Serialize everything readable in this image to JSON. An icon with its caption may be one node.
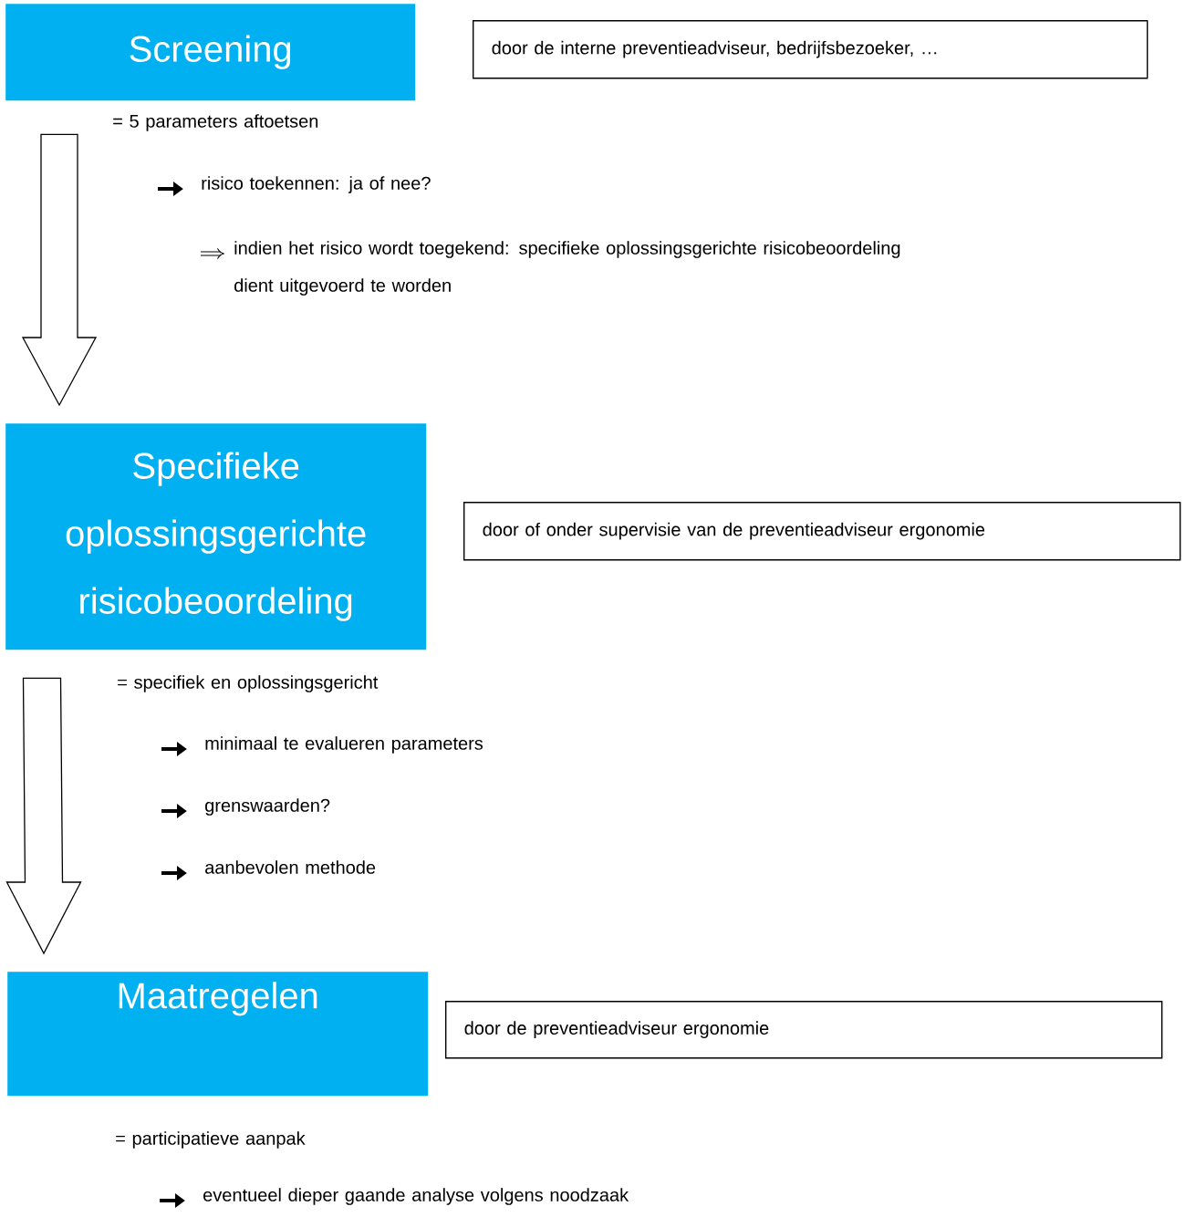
{
  "diagram": {
    "nodes": [
      {
        "text": [
          "Screening"
        ]
      },
      {
        "text": [
          "Specifieke oplossingsgerichte risicobeoordeling"
        ]
      },
      {
        "text": [
          "Maatregelen"
        ]
      },
      {
        "text": [
          "door de interne preventieadviseur, bedrijfsbezoeker, …"
        ]
      },
      {
        "text": [
          "door of onder supervisie van de preventieadviseur ergonomie"
        ]
      },
      {
        "text": [
          "door de preventieadviseur ergonomie"
        ]
      }
    ],
    "edges": [
      {
        "from": 0,
        "to": 1,
        "arrow": "to"
      },
      {
        "from": 1,
        "to": 2,
        "arrow": "to"
      }
    ],
    "labels": [
      "= 5 parameters aftoetsen",
      "risico toekennen: ja of nee?",
      "indien het risico wordt toegekend: specifieke oplossingsgerichte risicobeoordeling dient uitgevoerd te worden",
      "= specifiek en oplossingsgericht",
      "minimaal te evalueren parameters",
      "grenswaarden?",
      "aanbevolen methode",
      "= participatieve aanpak",
      "eventueel dieper gaande analyse volgens noodzaak"
    ]
  }
}
